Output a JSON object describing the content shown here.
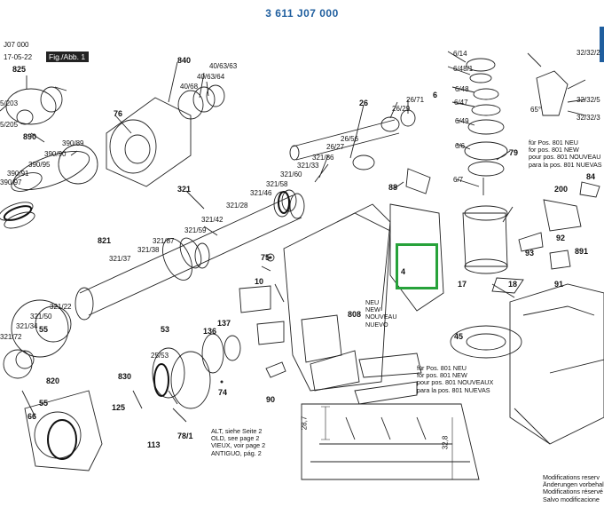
{
  "header": {
    "part_number": "3 611 J07 000",
    "doc_code": "J07 000",
    "doc_date": "17-05-22",
    "figure_label": "Fig./Abb. 1"
  },
  "callouts": {
    "c825": "825",
    "c5_203": "5/203",
    "c5_205": "5/205",
    "c890": "890",
    "c390_89": "390/89",
    "c390_91": "390/91",
    "c390_90": "390/90",
    "c390_95": "390/95",
    "c390_97": "390/97",
    "c840": "840",
    "c40_63_63": "40/63/63",
    "c40_63_64": "40/63/64",
    "c40_68": "40/68",
    "c76": "76",
    "c26": "26",
    "c26_71": "26/71",
    "c26_29": "26/29",
    "c26_56": "26/56",
    "c26_27": "26/27",
    "c321_86": "321/86",
    "c321_33": "321/33",
    "c321_60": "321/60",
    "c321_58": "321/58",
    "c321_46": "321/46",
    "c321_28": "321/28",
    "c321": "321",
    "c321_42": "321/42",
    "c321_59": "321/59",
    "c821": "821",
    "c321_87": "321/87",
    "c321_38": "321/38",
    "c321_37": "321/37",
    "c321_22": "321/22",
    "c321_50": "321/50",
    "c321_34": "321/34",
    "c321_72": "321/72",
    "c55": "55",
    "c53": "53",
    "c25_53": "25/53",
    "c830": "830",
    "c820": "820",
    "c66": "66",
    "c125": "125",
    "c113": "113",
    "c78_1": "78/1",
    "c136": "136",
    "c137": "137",
    "c75": "75",
    "c74": "74",
    "c90": "90",
    "c10": "10",
    "c808": "808",
    "c88": "88",
    "c4": "4",
    "c6_14": "6/14",
    "c6_48_1": "6/48/1",
    "c6_48": "6/48",
    "c6_47": "6/47",
    "c6": "6",
    "c6_49": "6/49",
    "c6_6": "6/6",
    "c6_7": "6/7",
    "c32_32_2": "32/32/2",
    "c32_32_5": "32/32/5",
    "c32_32_3": "32/32/3",
    "c79": "79",
    "c200": "200",
    "c84": "84",
    "c92": "92",
    "c93": "93",
    "c891": "891",
    "c91": "91",
    "c17": "17",
    "c18": "18",
    "c45": "45",
    "c28_7": "28,7",
    "c32_8": "32,8",
    "angle_65": "65°"
  },
  "notes": {
    "new_part_1": "für Pos. 801 NEU",
    "new_part_2": "for pos. 801 NEW",
    "new_part_3": "pour pos. 801 NOUVEAU",
    "new_part_4": "para la pos. 801 NUEVAS",
    "new_mid_1": "für Pos. 801 NEU",
    "new_mid_2": "for pos. 801 NEW",
    "new_mid_3": "pour pos. 801 NOUVEAUX",
    "new_mid_4": "para la pos. 801 NUEVAS",
    "neu_1": "NEU",
    "neu_2": "NEW",
    "neu_3": "NOUVEAU",
    "neu_4": "NUEVO",
    "alt_1": "ALT, siehe Seite 2",
    "alt_2": "OLD, see page 2",
    "alt_3": "VIEUX, voir page 2",
    "alt_4": "ANTIGUO, pág. 2",
    "mod_1": "Modifications reserv",
    "mod_2": "Änderungen vorbehal",
    "mod_3": "Modifications réservé",
    "mod_4": "Salvo modificacione"
  },
  "colors": {
    "title_blue": "#1f5e9e",
    "highlight_green": "#27a23a",
    "line": "#222222"
  }
}
